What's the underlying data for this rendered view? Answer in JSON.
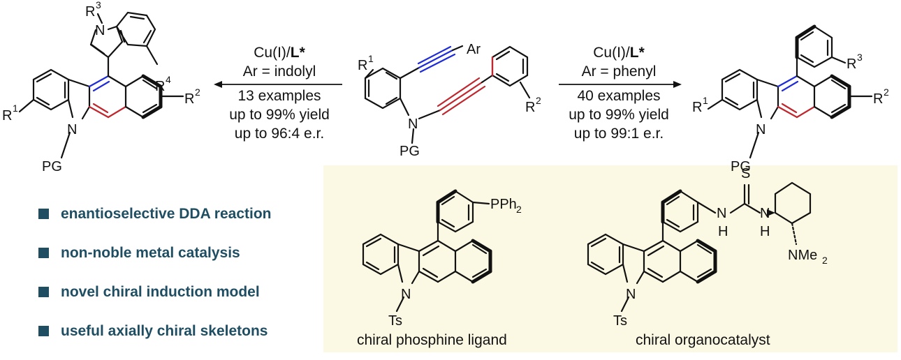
{
  "left_conditions": {
    "catalyst": "Cu(I)/",
    "ligand": "L*",
    "ar": "Ar = indolyl",
    "examples": "13 examples",
    "yield": "up to 99% yield",
    "er": "up to 96:4 e.r."
  },
  "right_conditions": {
    "catalyst": "Cu(I)/",
    "ligand": "L*",
    "ar": "Ar = phenyl",
    "examples": "40 examples",
    "yield": "up to 99% yield",
    "er": "up to 99:1 e.r."
  },
  "atoms": {
    "r1": "R",
    "r1_sup": "1",
    "r2": "R",
    "r2_sup": "2",
    "r3": "R",
    "r3_sup": "3",
    "r4": "R",
    "r4_sup": "4",
    "n": "N",
    "pg": "PG",
    "ar": "Ar",
    "ts": "Ts",
    "pph2": "PPh",
    "pph2_sub": "2",
    "s": "S",
    "h": "H",
    "nme2": "NMe",
    "nme2_sub": "2"
  },
  "bullets": [
    "enantioselective DDA reaction",
    "non-noble metal catalysis",
    "novel chiral induction model",
    "useful axially chiral skeletons"
  ],
  "captions": {
    "ligand": "chiral phosphine ligand",
    "organocatalyst": "chiral organocatalyst"
  },
  "colors": {
    "bullet": "#1f4e63",
    "panel": "#fbf9e4",
    "alkyne_blue": "#1f2bd6",
    "alkyne_red": "#c0262d"
  }
}
